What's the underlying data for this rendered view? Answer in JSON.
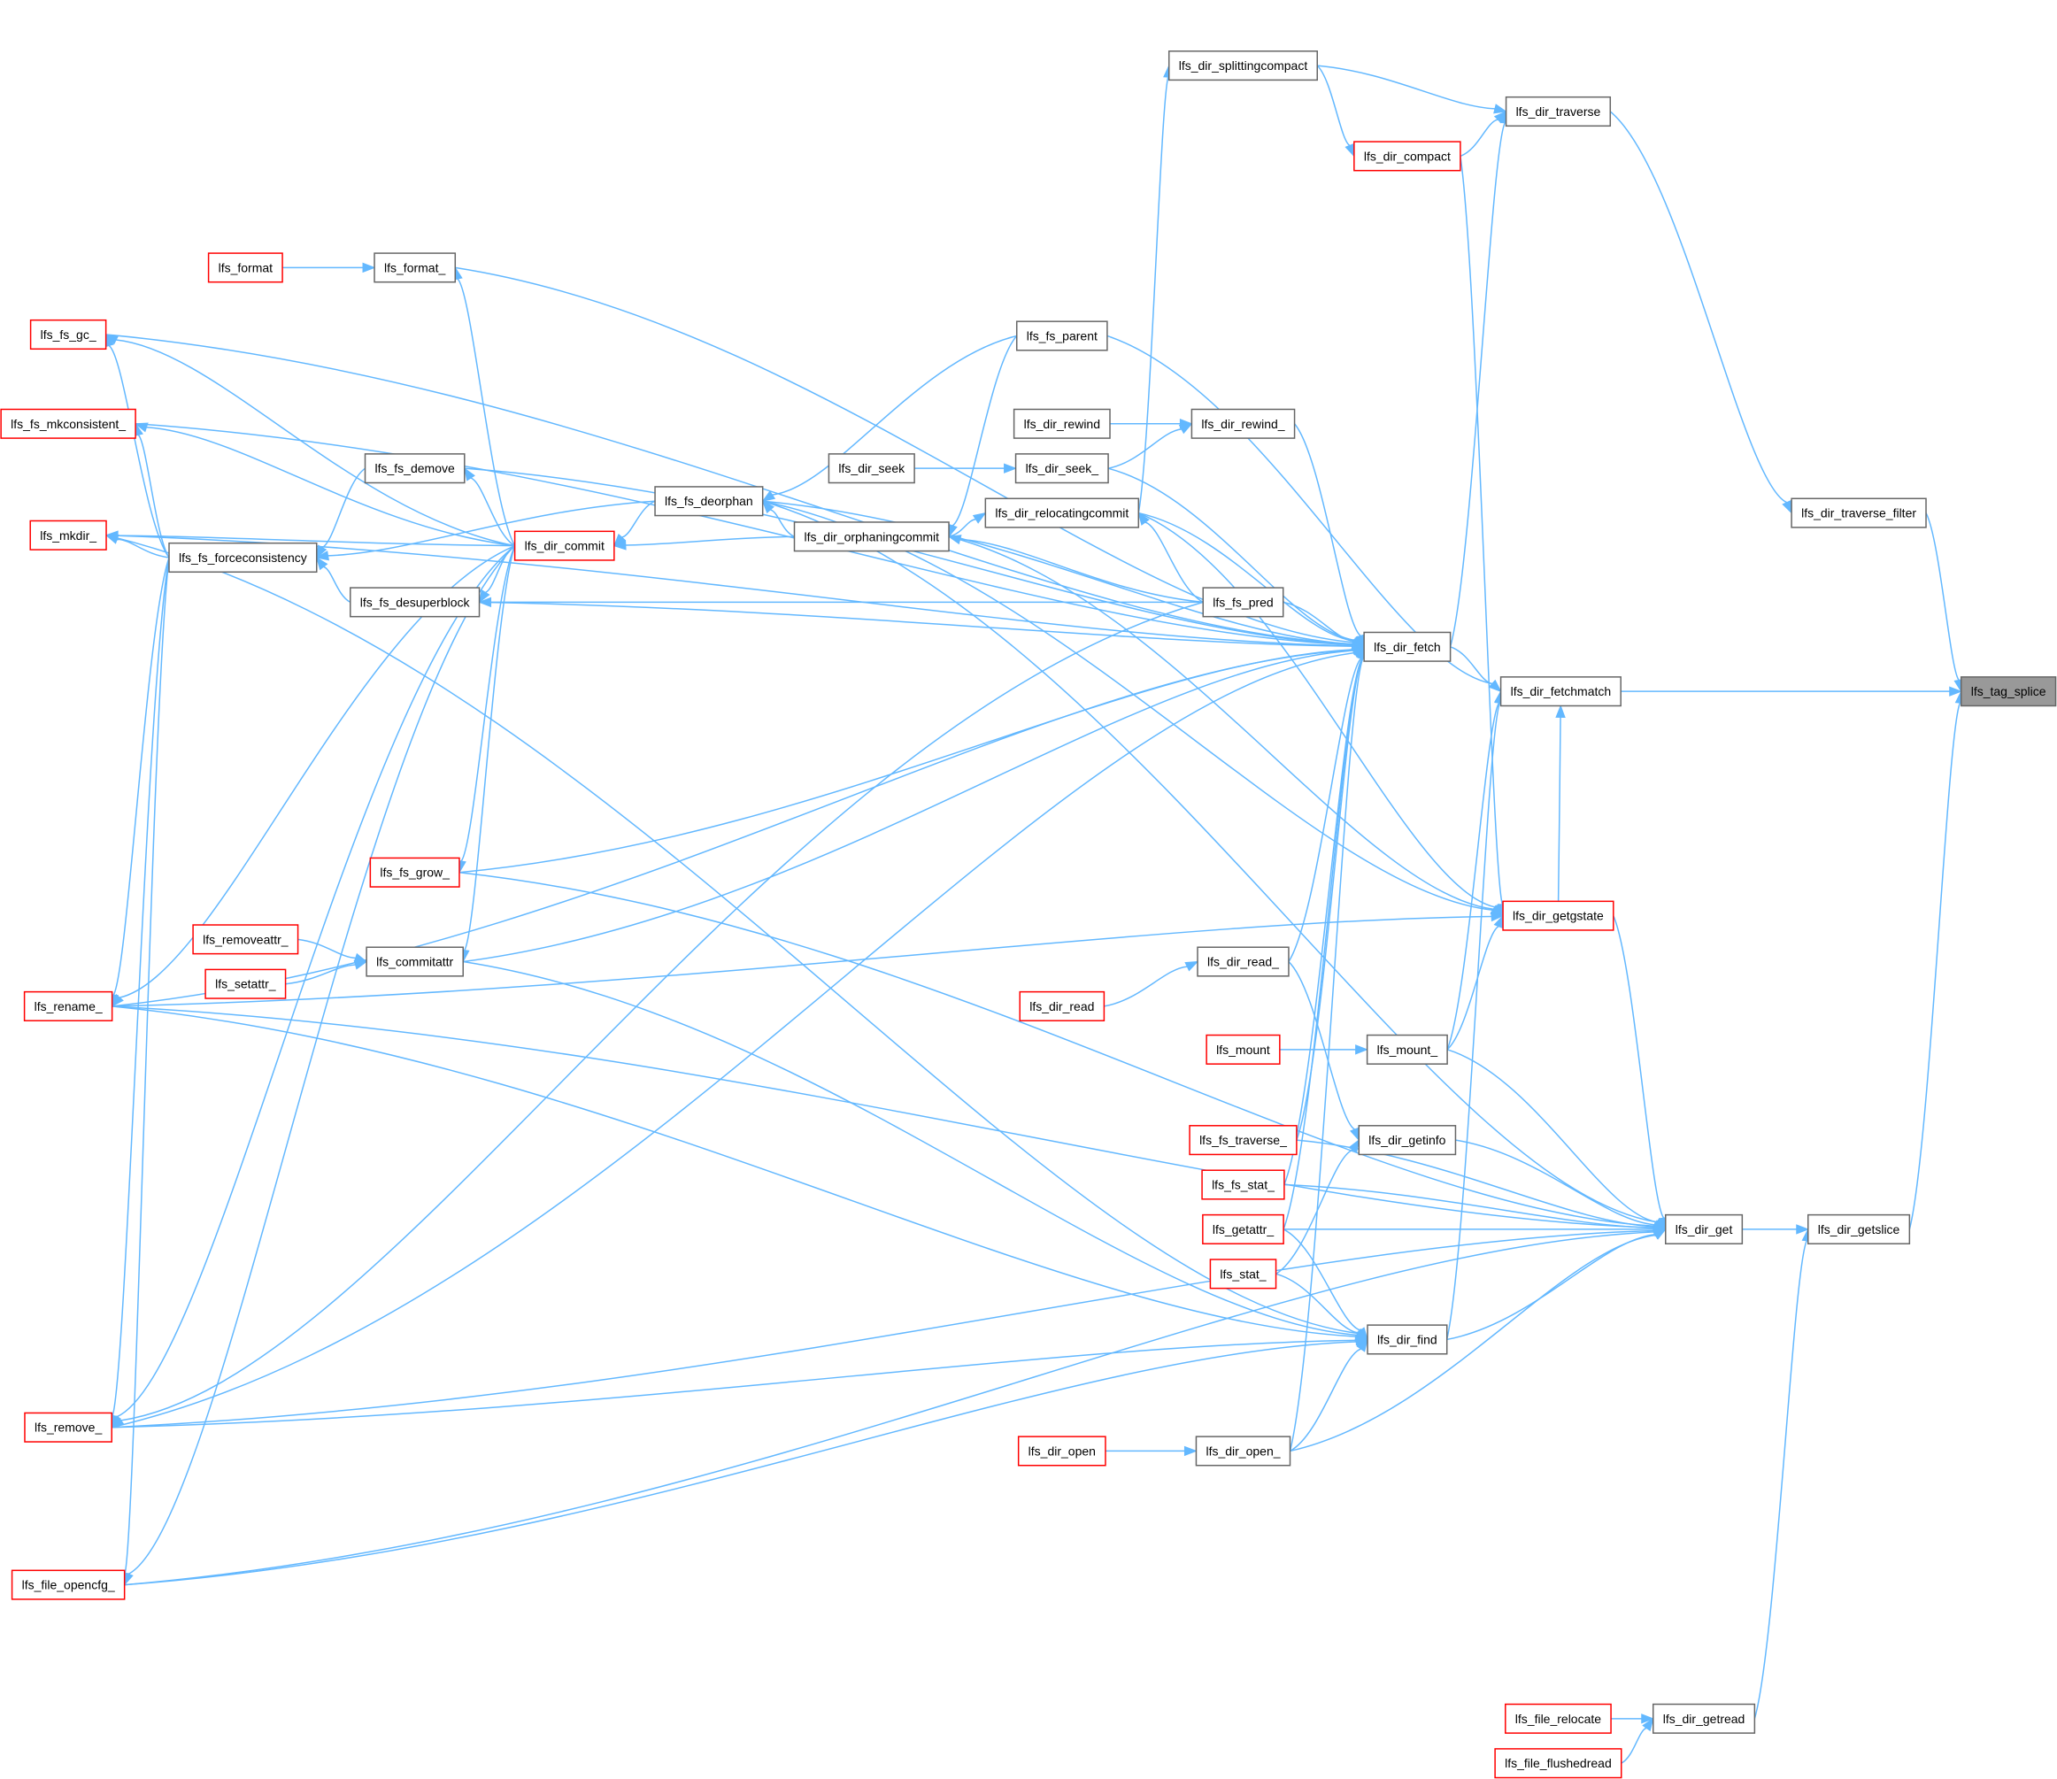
{
  "colors": {
    "edge": "#63b8ff",
    "border_normal": "#666666",
    "border_truncated": "#ff0000",
    "fill_normal": "#ffffff",
    "fill_focus": "#999999"
  },
  "nodes": [
    {
      "id": "lfs_tag_splice",
      "label": "lfs_tag_splice",
      "style": "focus"
    },
    {
      "id": "lfs_dir_fetchmatch",
      "label": "lfs_dir_fetchmatch",
      "style": "normal"
    },
    {
      "id": "lfs_dir_getslice",
      "label": "lfs_dir_getslice",
      "style": "normal"
    },
    {
      "id": "lfs_dir_traverse_filter",
      "label": "lfs_dir_traverse_filter",
      "style": "normal"
    },
    {
      "id": "lfs_dir_traverse",
      "label": "lfs_dir_traverse",
      "style": "normal"
    },
    {
      "id": "lfs_dir_splittingcompact",
      "label": "lfs_dir_splittingcompact",
      "style": "normal"
    },
    {
      "id": "lfs_dir_compact",
      "label": "lfs_dir_compact",
      "style": "truncated"
    },
    {
      "id": "lfs_dir_fetch",
      "label": "lfs_dir_fetch",
      "style": "normal"
    },
    {
      "id": "lfs_dir_getgstate",
      "label": "lfs_dir_getgstate",
      "style": "truncated"
    },
    {
      "id": "lfs_mount_",
      "label": "lfs_mount_",
      "style": "normal"
    },
    {
      "id": "lfs_dir_find",
      "label": "lfs_dir_find",
      "style": "normal"
    },
    {
      "id": "lfs_dir_get",
      "label": "lfs_dir_get",
      "style": "normal"
    },
    {
      "id": "lfs_dir_getread",
      "label": "lfs_dir_getread",
      "style": "normal"
    },
    {
      "id": "lfs_file_relocate",
      "label": "lfs_file_relocate",
      "style": "truncated"
    },
    {
      "id": "lfs_file_flushedread",
      "label": "lfs_file_flushedread",
      "style": "truncated"
    },
    {
      "id": "lfs_dir_getinfo",
      "label": "lfs_dir_getinfo",
      "style": "normal"
    },
    {
      "id": "lfs_dir_read_",
      "label": "lfs_dir_read_",
      "style": "normal"
    },
    {
      "id": "lfs_dir_read",
      "label": "lfs_dir_read",
      "style": "truncated"
    },
    {
      "id": "lfs_mount",
      "label": "lfs_mount",
      "style": "truncated"
    },
    {
      "id": "lfs_fs_traverse_",
      "label": "lfs_fs_traverse_",
      "style": "truncated"
    },
    {
      "id": "lfs_fs_stat_",
      "label": "lfs_fs_stat_",
      "style": "truncated"
    },
    {
      "id": "lfs_getattr_",
      "label": "lfs_getattr_",
      "style": "truncated"
    },
    {
      "id": "lfs_stat_",
      "label": "lfs_stat_",
      "style": "truncated"
    },
    {
      "id": "lfs_dir_open_",
      "label": "lfs_dir_open_",
      "style": "normal"
    },
    {
      "id": "lfs_dir_open",
      "label": "lfs_dir_open",
      "style": "truncated"
    },
    {
      "id": "lfs_fs_pred",
      "label": "lfs_fs_pred",
      "style": "normal"
    },
    {
      "id": "lfs_dir_relocatingcommit",
      "label": "lfs_dir_relocatingcommit",
      "style": "normal"
    },
    {
      "id": "lfs_dir_orphaningcommit",
      "label": "lfs_dir_orphaningcommit",
      "style": "normal"
    },
    {
      "id": "lfs_dir_seek_",
      "label": "lfs_dir_seek_",
      "style": "normal"
    },
    {
      "id": "lfs_dir_seek",
      "label": "lfs_dir_seek",
      "style": "normal"
    },
    {
      "id": "lfs_dir_rewind_",
      "label": "lfs_dir_rewind_",
      "style": "normal"
    },
    {
      "id": "lfs_dir_rewind",
      "label": "lfs_dir_rewind",
      "style": "normal"
    },
    {
      "id": "lfs_fs_parent",
      "label": "lfs_fs_parent",
      "style": "normal"
    },
    {
      "id": "lfs_fs_deorphan",
      "label": "lfs_fs_deorphan",
      "style": "normal"
    },
    {
      "id": "lfs_dir_commit",
      "label": "lfs_dir_commit",
      "style": "truncated"
    },
    {
      "id": "lfs_fs_demove",
      "label": "lfs_fs_demove",
      "style": "normal"
    },
    {
      "id": "lfs_fs_desuperblock",
      "label": "lfs_fs_desuperblock",
      "style": "normal"
    },
    {
      "id": "lfs_fs_forceconsistency",
      "label": "lfs_fs_forceconsistency",
      "style": "normal"
    },
    {
      "id": "lfs_format_",
      "label": "lfs_format_",
      "style": "normal"
    },
    {
      "id": "lfs_format",
      "label": "lfs_format",
      "style": "truncated"
    },
    {
      "id": "lfs_commitattr",
      "label": "lfs_commitattr",
      "style": "normal"
    },
    {
      "id": "lfs_removeattr_",
      "label": "lfs_removeattr_",
      "style": "truncated"
    },
    {
      "id": "lfs_setattr_",
      "label": "lfs_setattr_",
      "style": "truncated"
    },
    {
      "id": "lfs_fs_grow_",
      "label": "lfs_fs_grow_",
      "style": "truncated"
    },
    {
      "id": "lfs_fs_gc_",
      "label": "lfs_fs_gc_",
      "style": "truncated"
    },
    {
      "id": "lfs_fs_mkconsistent_",
      "label": "lfs_fs_mkconsistent_",
      "style": "truncated"
    },
    {
      "id": "lfs_mkdir_",
      "label": "lfs_mkdir_",
      "style": "truncated"
    },
    {
      "id": "lfs_rename_",
      "label": "lfs_rename_",
      "style": "truncated"
    },
    {
      "id": "lfs_remove_",
      "label": "lfs_remove_",
      "style": "truncated"
    },
    {
      "id": "lfs_file_opencfg_",
      "label": "lfs_file_opencfg_",
      "style": "truncated"
    }
  ],
  "edges": [
    [
      "lfs_dir_fetchmatch",
      "lfs_tag_splice"
    ],
    [
      "lfs_dir_traverse_filter",
      "lfs_tag_splice"
    ],
    [
      "lfs_dir_getslice",
      "lfs_tag_splice"
    ],
    [
      "lfs_dir_traverse",
      "lfs_dir_traverse_filter"
    ],
    [
      "lfs_dir_splittingcompact",
      "lfs_dir_traverse"
    ],
    [
      "lfs_dir_compact",
      "lfs_dir_traverse"
    ],
    [
      "lfs_dir_fetch",
      "lfs_dir_traverse"
    ],
    [
      "lfs_dir_splittingcompact",
      "lfs_dir_compact"
    ],
    [
      "lfs_dir_relocatingcommit",
      "lfs_dir_splittingcompact"
    ],
    [
      "lfs_dir_fetch",
      "lfs_dir_fetchmatch"
    ],
    [
      "lfs_dir_getgstate",
      "lfs_dir_fetchmatch"
    ],
    [
      "lfs_mount_",
      "lfs_dir_fetchmatch"
    ],
    [
      "lfs_dir_find",
      "lfs_dir_fetchmatch"
    ],
    [
      "lfs_fs_parent",
      "lfs_dir_fetchmatch"
    ],
    [
      "lfs_dir_get",
      "lfs_dir_getslice"
    ],
    [
      "lfs_dir_getread",
      "lfs_dir_getslice"
    ],
    [
      "lfs_file_relocate",
      "lfs_dir_getread"
    ],
    [
      "lfs_file_flushedread",
      "lfs_dir_getread"
    ],
    [
      "lfs_dir_getgstate",
      "lfs_dir_get"
    ],
    [
      "lfs_mount_",
      "lfs_dir_get"
    ],
    [
      "lfs_dir_getinfo",
      "lfs_dir_get"
    ],
    [
      "lfs_fs_traverse_",
      "lfs_dir_get"
    ],
    [
      "lfs_fs_stat_",
      "lfs_dir_get"
    ],
    [
      "lfs_getattr_",
      "lfs_dir_get"
    ],
    [
      "lfs_dir_find",
      "lfs_dir_get"
    ],
    [
      "lfs_dir_open_",
      "lfs_dir_get"
    ],
    [
      "lfs_fs_deorphan",
      "lfs_dir_get"
    ],
    [
      "lfs_fs_grow_",
      "lfs_dir_get"
    ],
    [
      "lfs_remove_",
      "lfs_dir_get"
    ],
    [
      "lfs_rename_",
      "lfs_dir_get"
    ],
    [
      "lfs_file_opencfg_",
      "lfs_dir_get"
    ],
    [
      "lfs_dir_compact",
      "lfs_dir_getgstate"
    ],
    [
      "lfs_mount_",
      "lfs_dir_getgstate"
    ],
    [
      "lfs_fs_deorphan",
      "lfs_dir_getgstate"
    ],
    [
      "lfs_rename_",
      "lfs_dir_getgstate"
    ],
    [
      "lfs_dir_orphaningcommit",
      "lfs_dir_getgstate"
    ],
    [
      "lfs_dir_relocatingcommit",
      "lfs_dir_getgstate"
    ],
    [
      "lfs_mount",
      "lfs_mount_"
    ],
    [
      "lfs_dir_read_",
      "lfs_dir_getinfo"
    ],
    [
      "lfs_stat_",
      "lfs_dir_getinfo"
    ],
    [
      "lfs_dir_read",
      "lfs_dir_read_"
    ],
    [
      "lfs_dir_open",
      "lfs_dir_open_"
    ],
    [
      "lfs_stat_",
      "lfs_dir_find"
    ],
    [
      "lfs_getattr_",
      "lfs_dir_find"
    ],
    [
      "lfs_dir_open_",
      "lfs_dir_find"
    ],
    [
      "lfs_commitattr",
      "lfs_dir_find"
    ],
    [
      "lfs_rename_",
      "lfs_dir_find"
    ],
    [
      "lfs_remove_",
      "lfs_dir_find"
    ],
    [
      "lfs_mkdir_",
      "lfs_dir_find"
    ],
    [
      "lfs_file_opencfg_",
      "lfs_dir_find"
    ],
    [
      "lfs_fs_pred",
      "lfs_dir_fetch"
    ],
    [
      "lfs_dir_relocatingcommit",
      "lfs_dir_fetch"
    ],
    [
      "lfs_dir_seek_",
      "lfs_dir_fetch"
    ],
    [
      "lfs_dir_rewind_",
      "lfs_dir_fetch"
    ],
    [
      "lfs_dir_read_",
      "lfs_dir_fetch"
    ],
    [
      "lfs_fs_traverse_",
      "lfs_dir_fetch"
    ],
    [
      "lfs_fs_stat_",
      "lfs_dir_fetch"
    ],
    [
      "lfs_getattr_",
      "lfs_dir_fetch"
    ],
    [
      "lfs_dir_open_",
      "lfs_dir_fetch"
    ],
    [
      "lfs_fs_deorphan",
      "lfs_dir_fetch"
    ],
    [
      "lfs_fs_demove",
      "lfs_dir_fetch"
    ],
    [
      "lfs_fs_desuperblock",
      "lfs_dir_fetch"
    ],
    [
      "lfs_format_",
      "lfs_dir_fetch"
    ],
    [
      "lfs_fs_gc_",
      "lfs_dir_fetch"
    ],
    [
      "lfs_fs_mkconsistent_",
      "lfs_dir_fetch"
    ],
    [
      "lfs_mkdir_",
      "lfs_dir_fetch"
    ],
    [
      "lfs_fs_grow_",
      "lfs_dir_fetch"
    ],
    [
      "lfs_commitattr",
      "lfs_dir_fetch"
    ],
    [
      "lfs_rename_",
      "lfs_dir_fetch"
    ],
    [
      "lfs_remove_",
      "lfs_dir_fetch"
    ],
    [
      "lfs_fs_pred",
      "lfs_dir_relocatingcommit"
    ],
    [
      "lfs_fs_pred",
      "lfs_dir_orphaningcommit"
    ],
    [
      "lfs_fs_pred",
      "lfs_fs_desuperblock"
    ],
    [
      "lfs_fs_pred",
      "lfs_remove_"
    ],
    [
      "lfs_dir_orphaningcommit",
      "lfs_dir_relocatingcommit"
    ],
    [
      "lfs_dir_orphaningcommit",
      "lfs_fs_deorphan"
    ],
    [
      "lfs_dir_orphaningcommit",
      "lfs_dir_commit"
    ],
    [
      "lfs_fs_parent",
      "lfs_dir_orphaningcommit"
    ],
    [
      "lfs_fs_parent",
      "lfs_fs_deorphan"
    ],
    [
      "lfs_dir_seek",
      "lfs_dir_seek_"
    ],
    [
      "lfs_dir_rewind",
      "lfs_dir_rewind_"
    ],
    [
      "lfs_dir_seek_",
      "lfs_dir_rewind_"
    ],
    [
      "lfs_fs_deorphan",
      "lfs_dir_commit"
    ],
    [
      "lfs_fs_deorphan",
      "lfs_fs_forceconsistency"
    ],
    [
      "lfs_dir_commit",
      "lfs_fs_demove"
    ],
    [
      "lfs_dir_commit",
      "lfs_fs_desuperblock"
    ],
    [
      "lfs_dir_commit",
      "lfs_format_"
    ],
    [
      "lfs_dir_commit",
      "lfs_commitattr"
    ],
    [
      "lfs_dir_commit",
      "lfs_fs_grow_"
    ],
    [
      "lfs_dir_commit",
      "lfs_fs_gc_"
    ],
    [
      "lfs_dir_commit",
      "lfs_fs_mkconsistent_"
    ],
    [
      "lfs_dir_commit",
      "lfs_mkdir_"
    ],
    [
      "lfs_dir_commit",
      "lfs_rename_"
    ],
    [
      "lfs_dir_commit",
      "lfs_remove_"
    ],
    [
      "lfs_dir_commit",
      "lfs_file_opencfg_"
    ],
    [
      "lfs_fs_demove",
      "lfs_fs_forceconsistency"
    ],
    [
      "lfs_fs_desuperblock",
      "lfs_fs_forceconsistency"
    ],
    [
      "lfs_fs_forceconsistency",
      "lfs_fs_gc_"
    ],
    [
      "lfs_fs_forceconsistency",
      "lfs_fs_mkconsistent_"
    ],
    [
      "lfs_fs_forceconsistency",
      "lfs_mkdir_"
    ],
    [
      "lfs_fs_forceconsistency",
      "lfs_rename_"
    ],
    [
      "lfs_fs_forceconsistency",
      "lfs_remove_"
    ],
    [
      "lfs_fs_forceconsistency",
      "lfs_file_opencfg_"
    ],
    [
      "lfs_format",
      "lfs_format_"
    ],
    [
      "lfs_removeattr_",
      "lfs_commitattr"
    ],
    [
      "lfs_setattr_",
      "lfs_commitattr"
    ]
  ]
}
